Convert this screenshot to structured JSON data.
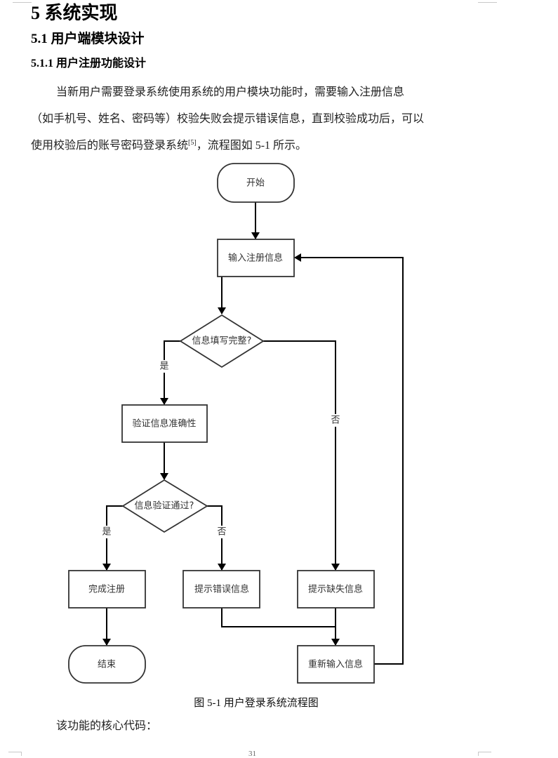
{
  "headings": {
    "h1": "5 系统实现",
    "h2": "5.1 用户端模块设计",
    "h3": "5.1.1 用户注册功能设计"
  },
  "paragraph": {
    "line1": "当新用户需要登录系统使用系统的用户模块功能时，需要输入注册信息",
    "line2": "（如手机号、姓名、密码等）校验失败会提示错误信息，直到校验成功后，可以",
    "line3_pre": "使用校验后的账号密码登录系统",
    "citation": "[5]",
    "line3_post": "，流程图如 5-1 所示。"
  },
  "flowchart": {
    "nodes": {
      "start": "开始",
      "input": "输入注册信息",
      "check_complete": "信息填写完整?",
      "verify": "验证信息准确性",
      "check_valid": "信息验证通过?",
      "done": "完成注册",
      "error": "提示错误信息",
      "missing": "提示缺失信息",
      "reenter": "重新输入信息",
      "end": "结束"
    },
    "edge_labels": {
      "complete_yes": "是",
      "complete_no": "否",
      "valid_yes": "是",
      "valid_no": "否"
    }
  },
  "caption": "图 5-1 用户登录系统流程图",
  "tail_text": "该功能的核心代码：",
  "page_number": "31"
}
